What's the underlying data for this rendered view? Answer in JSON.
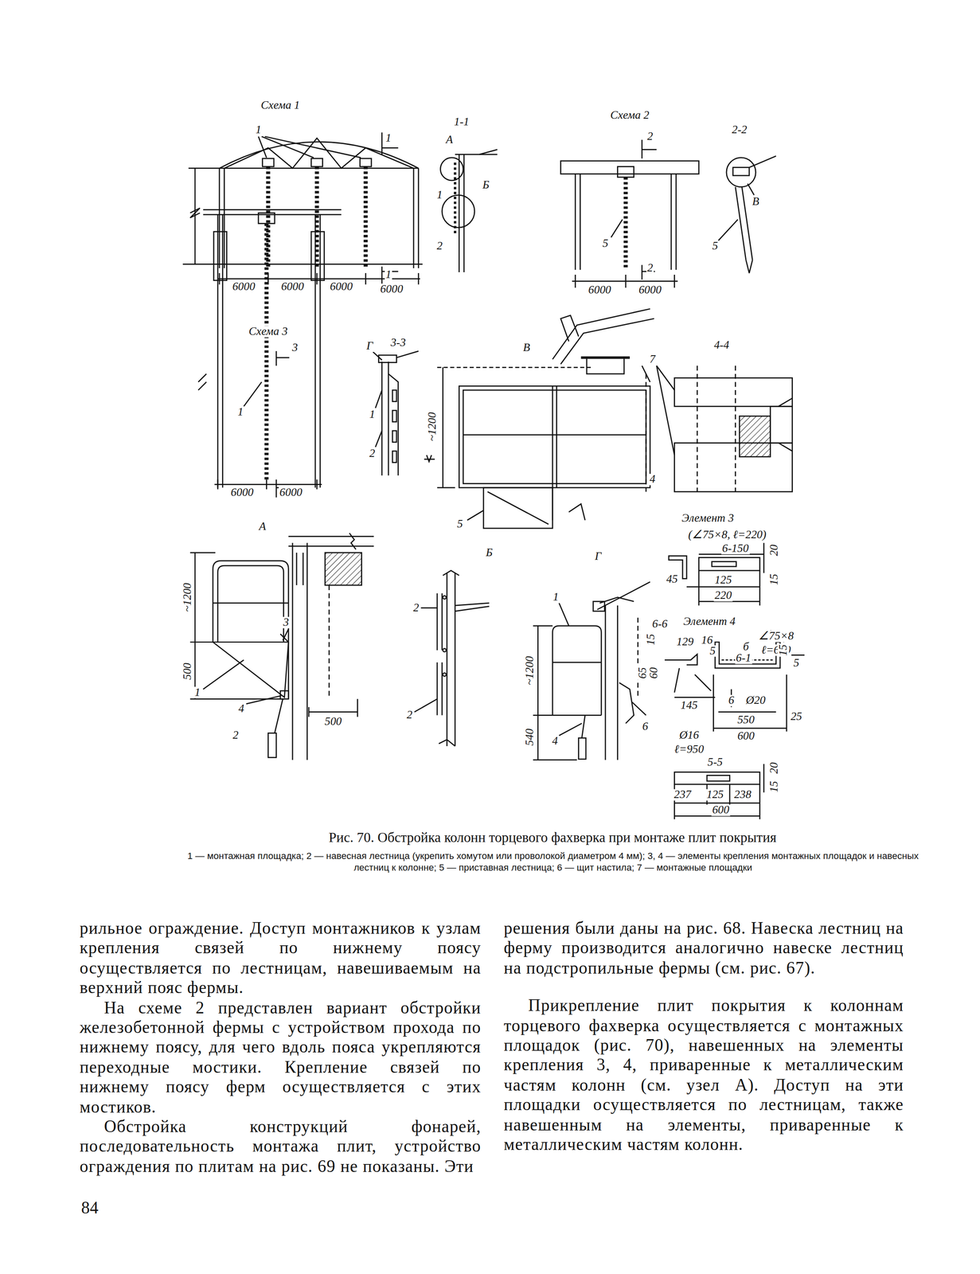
{
  "diagram": {
    "caption": "Рис. 70. Обстройка колонн торцевого фахверка при монтаже плит покрытия",
    "labels": [
      "Схема 1",
      "1",
      "1",
      "1-1",
      "А",
      "1",
      "Б",
      "2",
      "1",
      "6000",
      "6000",
      "6000",
      "6000",
      "Схема 2",
      "2",
      "2-2",
      "В",
      "5",
      "5",
      "2",
      "6000",
      "6000",
      "Схема 3",
      "3",
      "1",
      "3",
      "6000",
      "6000",
      "Г",
      "3-3",
      "1",
      "2",
      "В",
      "~1200",
      "7",
      "4",
      "5",
      "4-4",
      "А",
      "~1200",
      "500",
      "3",
      "1",
      "4",
      "2",
      "500",
      "Б",
      "2",
      "2",
      "Г",
      "1",
      "~1200",
      "540",
      "4",
      "6-6",
      "65",
      "60",
      "15",
      "6",
      "Элемент 3",
      "(∠75×8, ℓ=220)",
      "6-150",
      "20",
      "15",
      "45",
      "125",
      "220",
      "Элемент 4",
      "∠75×8",
      "ℓ=600",
      "129",
      "16",
      "5",
      "б",
      "6-1",
      "15",
      "5",
      "145",
      "6",
      "Ø20",
      "550",
      "25",
      "600",
      "Ø16",
      "ℓ=950",
      "5-5",
      "20",
      "15",
      "237",
      "125",
      "238",
      "600",
      "1 — монтажная площадка; 2 — навесная лестница (укрепить хомутом или проволокой диаметром 4 мм); 3, 4 — элементы крепления монтажных площадок и навесных лестниц к колонне; 5 — приставная лестница; 6 — щит настила; 7 — монтажные площадки",
      "рильное ограждение. Доступ монтажников к узлам крепления связей по нижнему поясу осуществляется по лестницам, навешиваемым на верхний пояс фермы.",
      "На схеме 2 представлен вариант обстройки железобетонной фермы с устройством прохода по нижнему поясу, для чего вдоль пояса укрепляются переходные мостики. Крепление связей по нижнему поясу ферм осуществляется с этих мостиков.",
      "Обстройка конструкций фонарей, последовательность монтажа плит, устройство ограждения по плитам на рис. 69 не показаны. Эти",
      "решения были даны на рис. 68. Навеска лестниц на ферму производится аналогично навеске лестниц на подстропильные фермы (см. рис. 67).",
      "Прикрепление плит покрытия к колоннам торцевого фахверка осуществляется с монтажных площадок (рис. 70), навешенных на элементы крепления 3, 4, приваренные к металлическим частям колонн (см. узел А). Доступ на эти площадки осуществляется по лестницам, также навешенным на элементы, приваренные к металлическим частям колонн.",
      "84"
    ]
  }
}
